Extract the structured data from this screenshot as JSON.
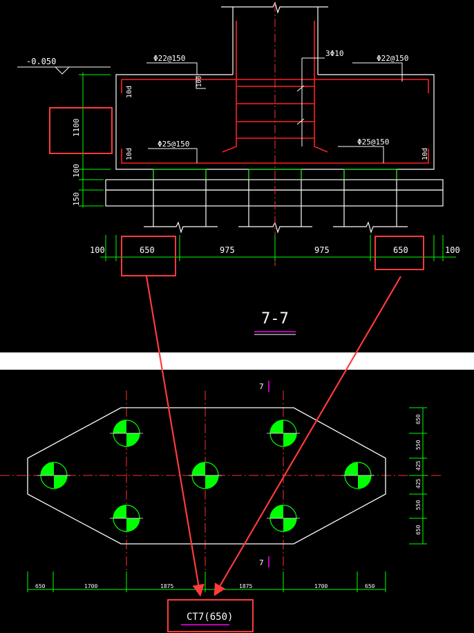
{
  "section": {
    "title": "7-7",
    "elevation": "-0.050",
    "rebar_top_left": "Φ22@150",
    "rebar_top_right": "Φ22@150",
    "rebar_bottom_left": "Φ25@150",
    "rebar_bottom_right": "Φ25@150",
    "stirrup": "3Φ10",
    "anchor_top_left": "10d",
    "anchor_bottom_left": "10d",
    "anchor_bottom_right": "10d",
    "lap_label": "100",
    "dim_vertical": [
      "1100",
      "100",
      "150"
    ],
    "dim_horizontal": [
      "100",
      "650",
      "975",
      "975",
      "650",
      "100"
    ]
  },
  "plan": {
    "section_mark_top": "7",
    "section_mark_bottom": "7",
    "dim_bottom": [
      "650",
      "1700",
      "1875",
      "1875",
      "1700",
      "650"
    ],
    "dim_right": [
      "650",
      "550",
      "425",
      "425",
      "550",
      "650"
    ],
    "label": "CT7(650)"
  },
  "colors": {
    "highlight": "#ff3b3b",
    "rebar": "#ff2020",
    "dimension": "#00ff00",
    "pile": "#00ff00",
    "title_underline": "#ff00ff"
  }
}
